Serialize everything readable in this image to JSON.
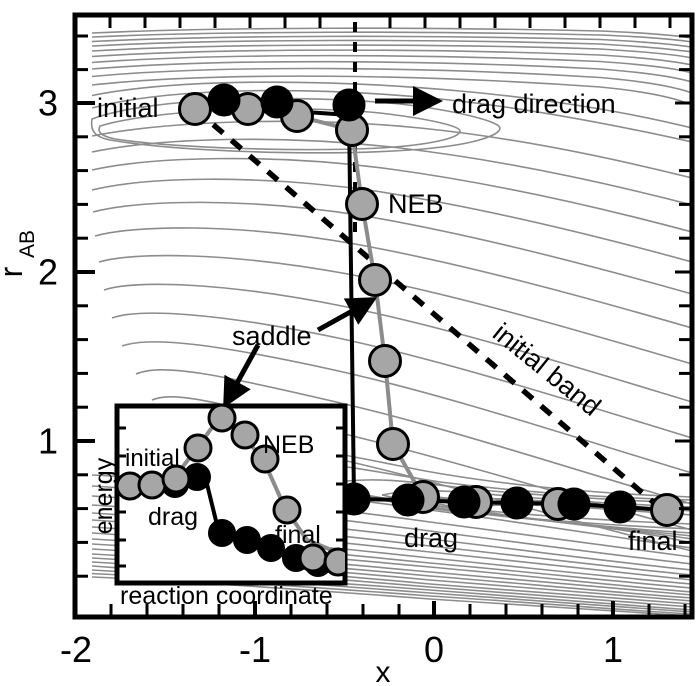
{
  "figure": {
    "domain": "chart",
    "background": "#ffffff",
    "axis_color": "#000000",
    "contour_color": "#8c8c8c",
    "neb_marker_fill": "#a6a6a6",
    "drag_marker_fill": "#000000",
    "marker_stroke": "#000000"
  },
  "main_axes": {
    "xlabel": "x",
    "ylabel_main": "r",
    "ylabel_sub": "AB",
    "x_ticks": [
      "-2",
      "-1",
      "0",
      "1"
    ],
    "x_tick_values": [
      -2,
      -1,
      0,
      1
    ],
    "y_ticks": [
      "3",
      "2",
      "1"
    ],
    "y_tick_values": [
      3,
      2,
      1
    ],
    "xlim": [
      -2.0,
      1.45
    ],
    "ylim": [
      0.45,
      3.45
    ],
    "minor_tick_step": 0.2
  },
  "annotations": {
    "initial": "initial",
    "drag_direction": "drag direction",
    "neb": "NEB",
    "saddle": "saddle",
    "initial_band": "initial band",
    "drag": "drag",
    "final": "final"
  },
  "inset": {
    "xlabel": "reaction coordinate",
    "ylabel": "energy",
    "labels": {
      "initial": "initial",
      "neb": "NEB",
      "drag": "drag",
      "final": "final"
    }
  },
  "chart_data": {
    "type": "scatter",
    "title": "",
    "xlabel": "x",
    "ylabel": "r_AB",
    "xlim": [
      -2.0,
      1.45
    ],
    "ylim": [
      0.45,
      3.45
    ],
    "grid": false,
    "legend": "inline-annotations",
    "description": "Potential energy surface contour map with two minimum energy path estimates: a drag path (black filled circles) and a NEB path (gray filled circles), plus the straight dashed initial band connecting initial and final states.",
    "series": [
      {
        "name": "NEB",
        "marker": "gray-circle",
        "points": [
          {
            "x": -1.3,
            "y": 3.0
          },
          {
            "x": -1.0,
            "y": 3.0
          },
          {
            "x": -0.72,
            "y": 2.96
          },
          {
            "x": -0.43,
            "y": 2.88
          },
          {
            "x": -0.34,
            "y": 2.44
          },
          {
            "x": -0.26,
            "y": 2.01
          },
          {
            "x": -0.2,
            "y": 1.55
          },
          {
            "x": -0.15,
            "y": 1.08
          },
          {
            "x": 0.02,
            "y": 0.78
          },
          {
            "x": 0.32,
            "y": 0.75
          },
          {
            "x": 0.78,
            "y": 0.74
          },
          {
            "x": 1.28,
            "y": 0.73
          }
        ]
      },
      {
        "name": "drag",
        "marker": "black-circle",
        "points": [
          {
            "x": -1.3,
            "y": 3.0
          },
          {
            "x": -1.14,
            "y": 3.0
          },
          {
            "x": -0.84,
            "y": 2.99
          },
          {
            "x": -0.43,
            "y": 2.96
          },
          {
            "x": -0.4,
            "y": 0.77
          },
          {
            "x": -0.09,
            "y": 0.77
          },
          {
            "x": 0.23,
            "y": 0.76
          },
          {
            "x": 0.53,
            "y": 0.75
          },
          {
            "x": 0.85,
            "y": 0.74
          },
          {
            "x": 1.28,
            "y": 0.73
          }
        ]
      },
      {
        "name": "initial band",
        "marker": "none",
        "style": "dashed",
        "points": [
          {
            "x": -1.3,
            "y": 3.0
          },
          {
            "x": 1.28,
            "y": 0.73
          }
        ]
      }
    ]
  },
  "inset_chart_data": {
    "type": "line",
    "title": "",
    "xlabel": "reaction coordinate",
    "ylabel": "energy",
    "xlim": [
      0,
      11
    ],
    "ylim": [
      0,
      10
    ],
    "grid": false,
    "series": [
      {
        "name": "NEB",
        "marker": "gray-circle",
        "x": [
          0,
          1,
          2,
          3,
          4,
          5,
          6,
          7,
          8,
          9,
          10
        ],
        "y": [
          4.45,
          4.5,
          4.9,
          6.55,
          8.3,
          7.4,
          5.95,
          2.95,
          1.05,
          0.6,
          0.5
        ]
      },
      {
        "name": "drag",
        "marker": "black-circle",
        "x": [
          0,
          1,
          2,
          3,
          4,
          5,
          6,
          7,
          8,
          9,
          10
        ],
        "y": [
          4.45,
          4.5,
          4.55,
          4.95,
          4.95,
          1.8,
          1.45,
          1.15,
          0.75,
          0.55,
          0.5
        ]
      }
    ]
  }
}
